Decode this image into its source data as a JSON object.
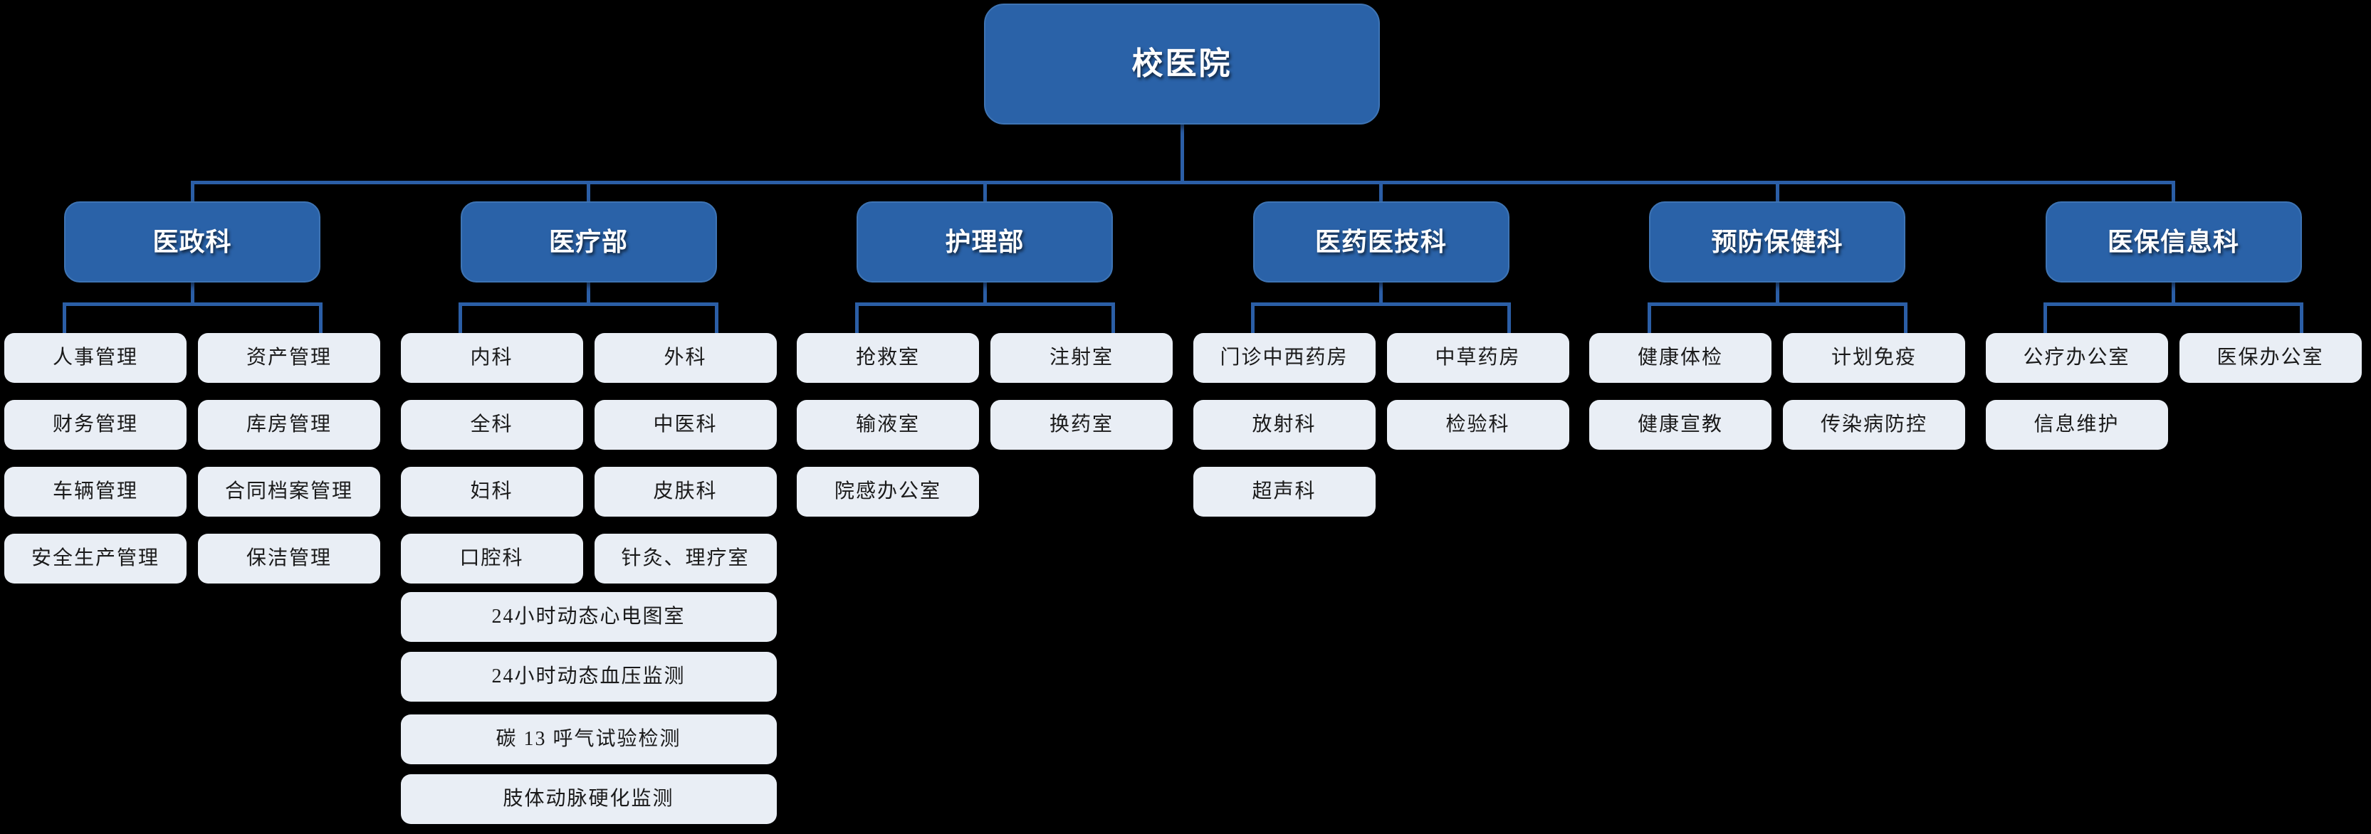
{
  "colors": {
    "background": "#000000",
    "node_blue": "#2A62A8",
    "node_blue_border": "#3E74B4",
    "node_light": "#E9EEF5",
    "connector": "#2B5EA6",
    "text_light": "#FFFFFF",
    "text_dark": "#1A1A1A"
  },
  "root": {
    "label": "校医院"
  },
  "departments": [
    {
      "label": "医政科",
      "children_left": [
        "人事管理",
        "财务管理",
        "车辆管理",
        "安全生产管理"
      ],
      "children_right": [
        "资产管理",
        "库房管理",
        "合同档案管理",
        "保洁管理"
      ],
      "children_wide": []
    },
    {
      "label": "医疗部",
      "children_left": [
        "内科",
        "全科",
        "妇科",
        "口腔科"
      ],
      "children_right": [
        "外科",
        "中医科",
        "皮肤科",
        "针灸、理疗室"
      ],
      "children_wide": [
        "24小时动态心电图室",
        "24小时动态血压监测",
        "碳 13 呼气试验检测",
        "肢体动脉硬化监测"
      ]
    },
    {
      "label": "护理部",
      "children_left": [
        "抢救室",
        "输液室",
        "院感办公室"
      ],
      "children_right": [
        "注射室",
        "换药室"
      ],
      "children_wide": []
    },
    {
      "label": "医药医技科",
      "children_left": [
        "门诊中西药房",
        "放射科",
        "超声科"
      ],
      "children_right": [
        "中草药房",
        "检验科"
      ],
      "children_wide": []
    },
    {
      "label": "预防保健科",
      "children_left": [
        "健康体检",
        "健康宣教"
      ],
      "children_right": [
        "计划免疫",
        "传染病防控"
      ],
      "children_wide": []
    },
    {
      "label": "医保信息科",
      "children_left": [
        "公疗办公室",
        "信息维护"
      ],
      "children_right": [
        "医保办公室"
      ],
      "children_wide": []
    }
  ]
}
